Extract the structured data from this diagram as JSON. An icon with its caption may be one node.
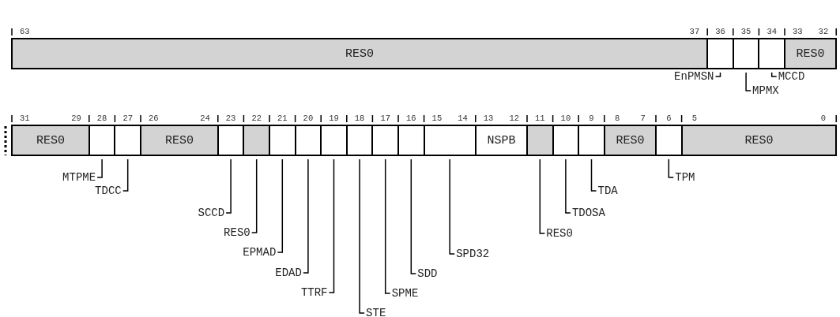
{
  "diagram": {
    "nodes": [
      {
        "text": [
          "RES0"
        ]
      },
      {
        "text": [],
        "shape": "box"
      },
      {
        "text": [],
        "shape": "box"
      },
      {
        "text": [],
        "shape": "box"
      },
      {
        "text": [
          "RES0"
        ]
      },
      {
        "text": [
          "EnPMSN"
        ]
      },
      {
        "text": [
          "MPMX"
        ]
      },
      {
        "text": [
          "MCCD"
        ]
      },
      {
        "text": [
          "RES0"
        ]
      },
      {
        "text": [],
        "shape": "box"
      },
      {
        "text": [],
        "shape": "box"
      },
      {
        "text": [
          "RES0"
        ]
      },
      {
        "text": [],
        "shape": "box"
      },
      {
        "text": [],
        "shape": "box"
      },
      {
        "text": [],
        "shape": "box"
      },
      {
        "text": [],
        "shape": "box"
      },
      {
        "text": [],
        "shape": "box"
      },
      {
        "text": [],
        "shape": "box"
      },
      {
        "text": [],
        "shape": "box"
      },
      {
        "text": [],
        "shape": "box"
      },
      {
        "text": [],
        "shape": "box"
      },
      {
        "text": [
          "NSPB"
        ]
      },
      {
        "text": [],
        "shape": "box"
      },
      {
        "text": [],
        "shape": "box"
      },
      {
        "text": [],
        "shape": "box"
      },
      {
        "text": [
          "RES0"
        ]
      },
      {
        "text": [],
        "shape": "box"
      },
      {
        "text": [
          "RES0"
        ]
      },
      {
        "text": [
          "MTPME"
        ]
      },
      {
        "text": [
          "TDCC"
        ]
      },
      {
        "text": [
          "SCCD"
        ]
      },
      {
        "text": [
          "RES0"
        ]
      },
      {
        "text": [
          "EPMAD"
        ]
      },
      {
        "text": [
          "EDAD"
        ]
      },
      {
        "text": [
          "TTRF"
        ]
      },
      {
        "text": [
          "STE"
        ]
      },
      {
        "text": [
          "SPME"
        ]
      },
      {
        "text": [
          "SDD"
        ]
      },
      {
        "text": [
          "SPD32"
        ]
      },
      {
        "text": [
          "RES0"
        ]
      },
      {
        "text": [
          "TDOSA"
        ]
      },
      {
        "text": [
          "TDA"
        ]
      },
      {
        "text": [
          "TPM"
        ]
      }
    ],
    "edges": [
      {
        "from": 5,
        "to": 1,
        "arrow": "none"
      },
      {
        "from": 6,
        "to": 2,
        "arrow": "none"
      },
      {
        "from": 7,
        "to": 3,
        "arrow": "none"
      },
      {
        "from": 28,
        "to": 9,
        "arrow": "none"
      },
      {
        "from": 29,
        "to": 10,
        "arrow": "none"
      },
      {
        "from": 30,
        "to": 12,
        "arrow": "none"
      },
      {
        "from": 31,
        "to": 13,
        "arrow": "none"
      },
      {
        "from": 32,
        "to": 14,
        "arrow": "none"
      },
      {
        "from": 33,
        "to": 15,
        "arrow": "none"
      },
      {
        "from": 34,
        "to": 16,
        "arrow": "none"
      },
      {
        "from": 35,
        "to": 17,
        "arrow": "none"
      },
      {
        "from": 36,
        "to": 18,
        "arrow": "none"
      },
      {
        "from": 37,
        "to": 19,
        "arrow": "none"
      },
      {
        "from": 38,
        "to": 20,
        "arrow": "none"
      },
      {
        "from": 39,
        "to": 22,
        "arrow": "none"
      },
      {
        "from": 40,
        "to": 23,
        "arrow": "none"
      },
      {
        "from": 41,
        "to": 24,
        "arrow": "none"
      },
      {
        "from": 42,
        "to": 26,
        "arrow": "none"
      }
    ],
    "labels": [
      "63",
      "37",
      "36",
      "35",
      "34",
      "33",
      "32",
      "31",
      "29",
      "28",
      "27",
      "26",
      "24",
      "23",
      "22",
      "21",
      "20",
      "19",
      "18",
      "17",
      "16",
      "15",
      "14",
      "13",
      "12",
      "11",
      "10",
      "9",
      "8",
      "7",
      "6",
      "5",
      "0"
    ]
  }
}
